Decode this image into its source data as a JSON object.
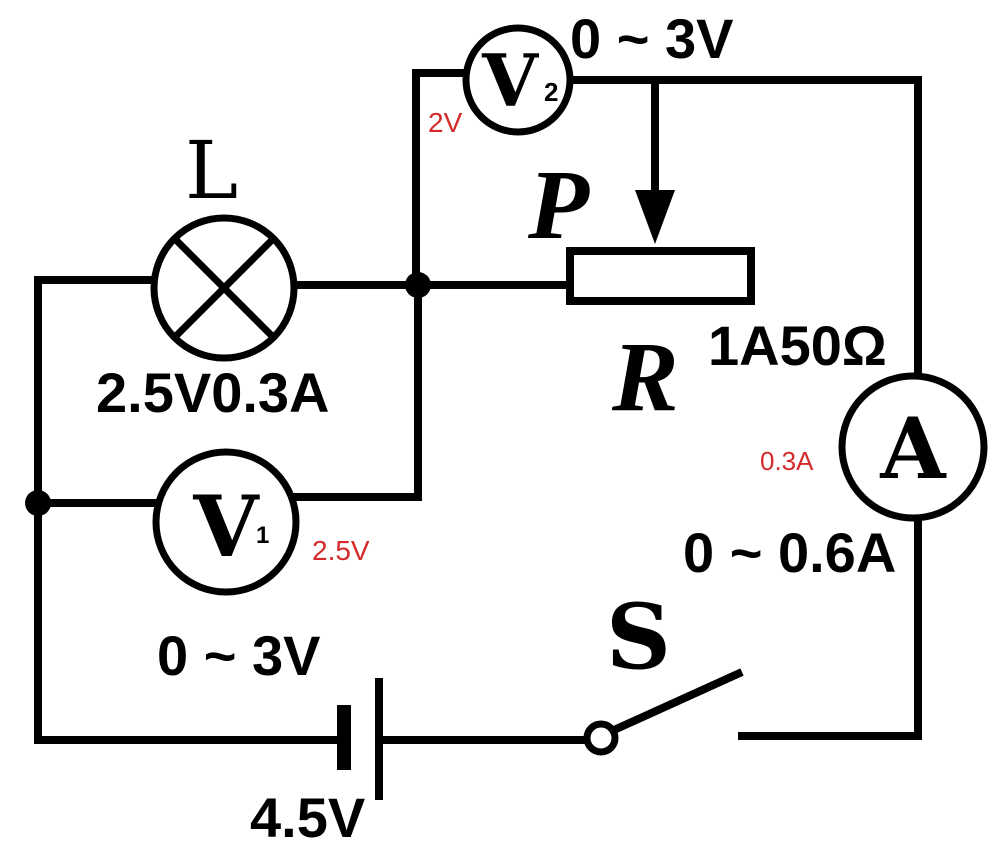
{
  "colors": {
    "wire": "#000000",
    "annotation": "#d42a2a",
    "background": "#ffffff"
  },
  "components": {
    "lamp": {
      "symbol": "L",
      "rating": "2.5V0.3A"
    },
    "voltmeter1": {
      "letter": "V",
      "subscript": "1",
      "range": "0 ~ 3V",
      "reading": "2.5V"
    },
    "voltmeter2": {
      "letter": "V",
      "subscript": "2",
      "range": "0 ~ 3V",
      "reading": "2V"
    },
    "slider": {
      "label": "P"
    },
    "rheostat": {
      "label": "R",
      "rating": "1A50Ω"
    },
    "ammeter": {
      "letter": "A",
      "range": "0 ~ 0.6A",
      "reading": "0.3A"
    },
    "switch": {
      "label": "S"
    },
    "battery": {
      "voltage": "4.5V"
    }
  }
}
